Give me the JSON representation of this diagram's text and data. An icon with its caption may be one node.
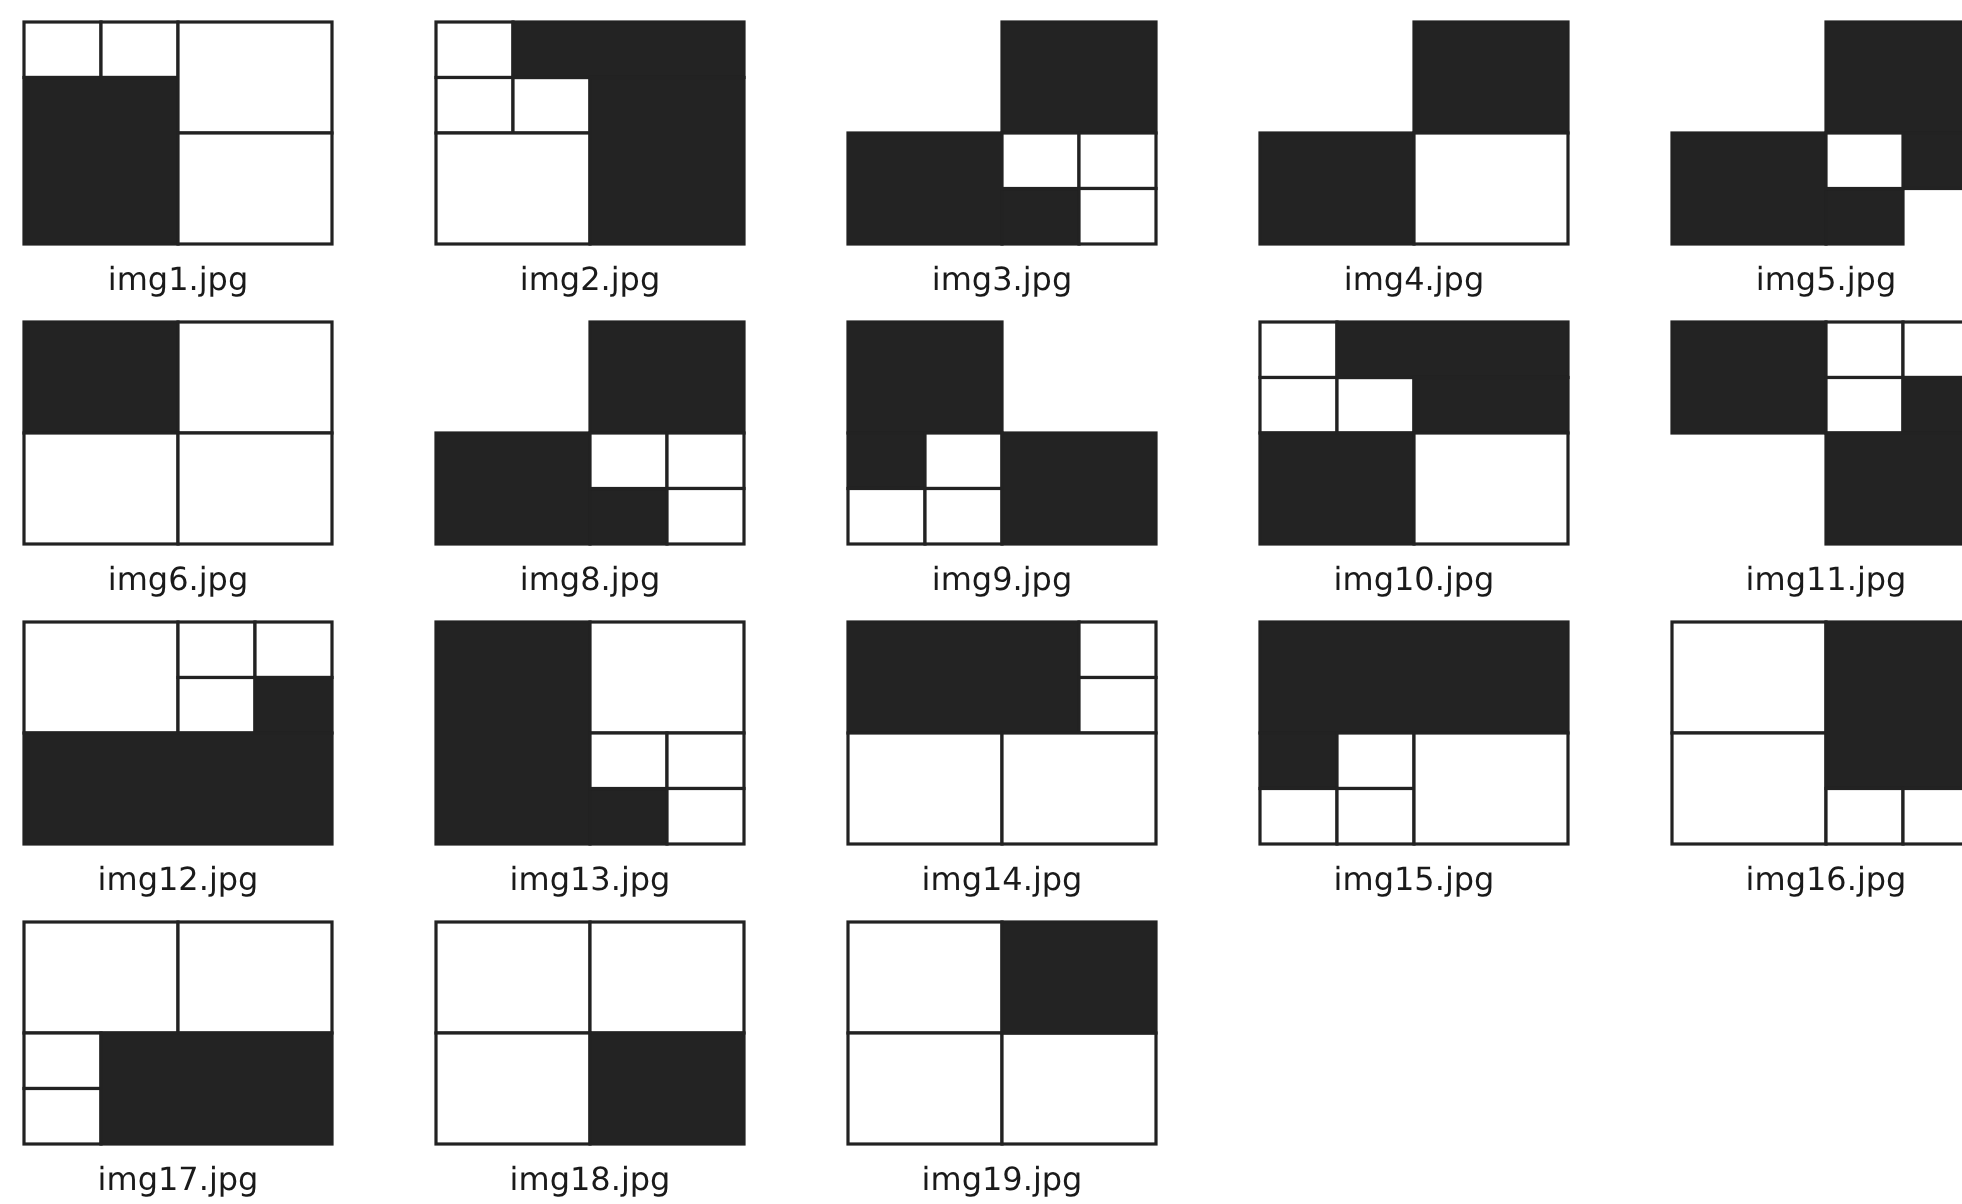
{
  "diagram": {
    "labels": [
      "img1.jpg",
      "img2.jpg",
      "img3.jpg",
      "img4.jpg",
      "img5.jpg",
      "img6.jpg",
      "img8.jpg",
      "img9.jpg",
      "img10.jpg",
      "img11.jpg",
      "img12.jpg",
      "img13.jpg",
      "img14.jpg",
      "img15.jpg",
      "img16.jpg",
      "img17.jpg",
      "img18.jpg",
      "img19.jpg"
    ]
  }
}
